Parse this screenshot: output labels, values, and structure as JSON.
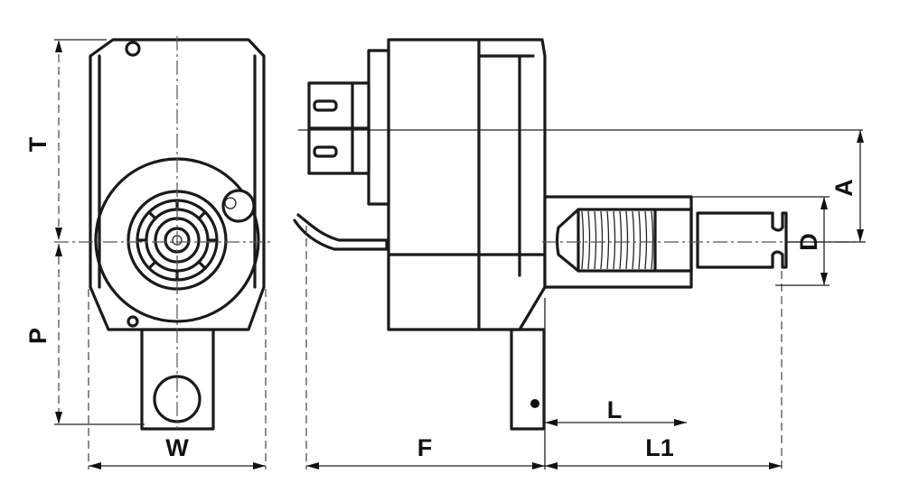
{
  "dimensions": {
    "T": "T",
    "P": "P",
    "W": "W",
    "F": "F",
    "L": "L",
    "L1": "L1",
    "A": "A",
    "D": "D"
  }
}
